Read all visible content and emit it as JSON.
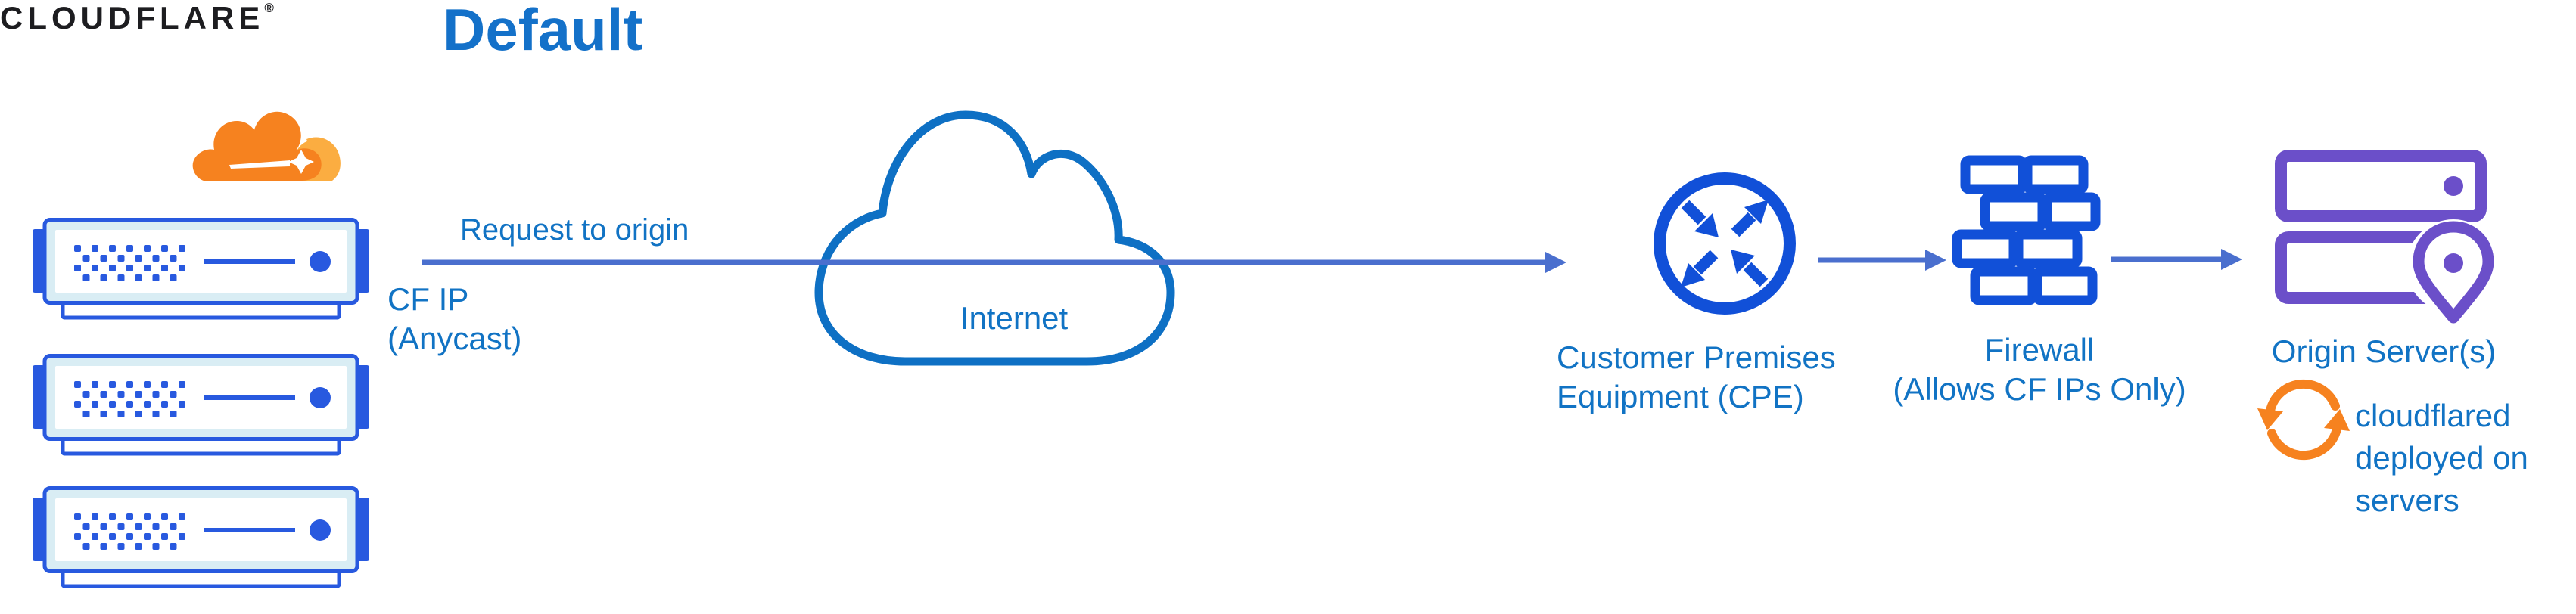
{
  "title": "Default",
  "logo": {
    "wordmark": "CLOUDFLARE",
    "registered": "®"
  },
  "flow": {
    "request_label": "Request to origin",
    "request_sublabel": [
      "CF IP",
      "(Anycast)"
    ]
  },
  "internet": {
    "label": "Internet"
  },
  "cpe": {
    "label": [
      "Customer Premises",
      "Equipment (CPE)"
    ]
  },
  "firewall": {
    "label": [
      "Firewall",
      "(Allows CF IPs Only)"
    ]
  },
  "origin": {
    "label": "Origin Server(s)",
    "note": [
      "cloudflared",
      "deployed on",
      "servers"
    ]
  },
  "colors": {
    "title_blue": "#1471c9",
    "label_blue": "#1173c4",
    "arrow_blue": "#4a6fce",
    "icon_blue": "#1150d8",
    "server_blue": "#2859df",
    "server_panel": "#d9edf4",
    "cloud_stroke": "#0e70c4",
    "origin_purple": "#6b4fc9",
    "brand_orange": "#f6821f",
    "brand_orange_light": "#fbad41",
    "wordmark_black": "#1d1d20"
  }
}
